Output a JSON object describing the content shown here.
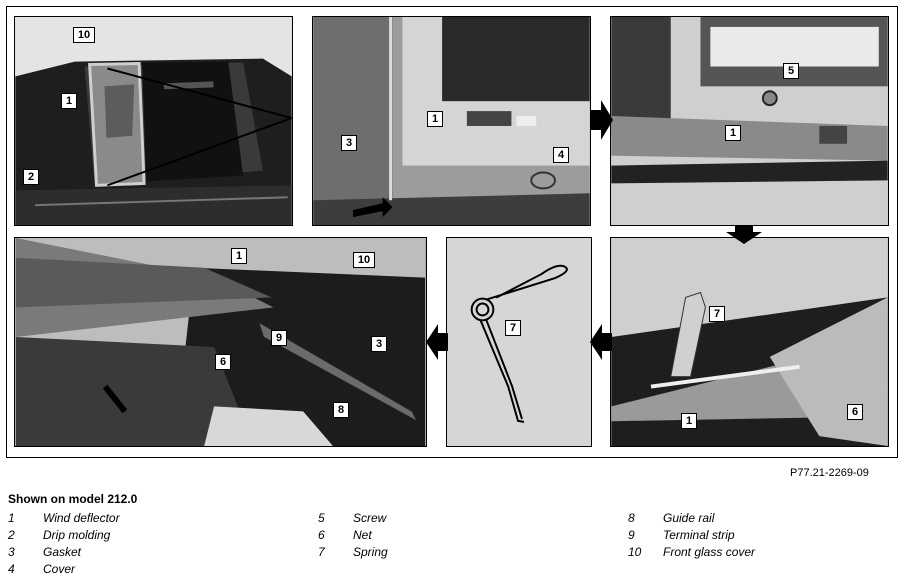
{
  "reference": "P77.21-2269-09",
  "model_note": "Shown on model 212.0",
  "legend": {
    "col1": [
      {
        "num": "1",
        "label": "Wind deflector"
      },
      {
        "num": "2",
        "label": "Drip molding"
      },
      {
        "num": "3",
        "label": "Gasket"
      },
      {
        "num": "4",
        "label": "Cover"
      }
    ],
    "col2": [
      {
        "num": "5",
        "label": "Screw"
      },
      {
        "num": "6",
        "label": "Net"
      },
      {
        "num": "7",
        "label": "Spring"
      }
    ],
    "col3": [
      {
        "num": "8",
        "label": "Guide rail"
      },
      {
        "num": "9",
        "label": "Terminal strip"
      },
      {
        "num": "10",
        "label": "Front glass cover"
      }
    ]
  },
  "panels": {
    "p1": {
      "callouts": [
        "10",
        "1",
        "2"
      ]
    },
    "p2": {
      "callouts": [
        "3",
        "1",
        "4"
      ]
    },
    "p3": {
      "callouts": [
        "5",
        "1"
      ]
    },
    "p4": {
      "callouts": [
        "7",
        "1",
        "6"
      ]
    },
    "p5": {
      "callouts": [
        "7"
      ]
    },
    "p6": {
      "callouts": [
        "1",
        "10",
        "9",
        "6",
        "3",
        "8"
      ]
    }
  }
}
